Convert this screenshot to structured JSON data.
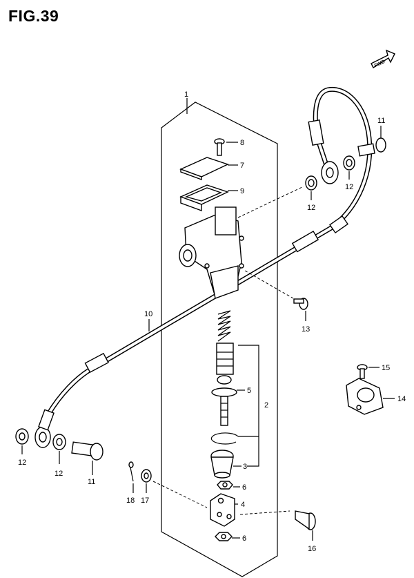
{
  "figure": {
    "title": "FIG.39",
    "fwd_label": "FWD"
  },
  "labels": {
    "c1": "1",
    "c2": "2",
    "c3": "3",
    "c4": "4",
    "c5": "5",
    "c6a": "6",
    "c6b": "6",
    "c7": "7",
    "c8": "8",
    "c9": "9",
    "c10": "10",
    "c11a": "11",
    "c11b": "11",
    "c12a": "12",
    "c12b": "12",
    "c12c": "12",
    "c12d": "12",
    "c13": "13",
    "c14": "14",
    "c15": "15",
    "c16": "16",
    "c17": "17",
    "c18": "18"
  }
}
